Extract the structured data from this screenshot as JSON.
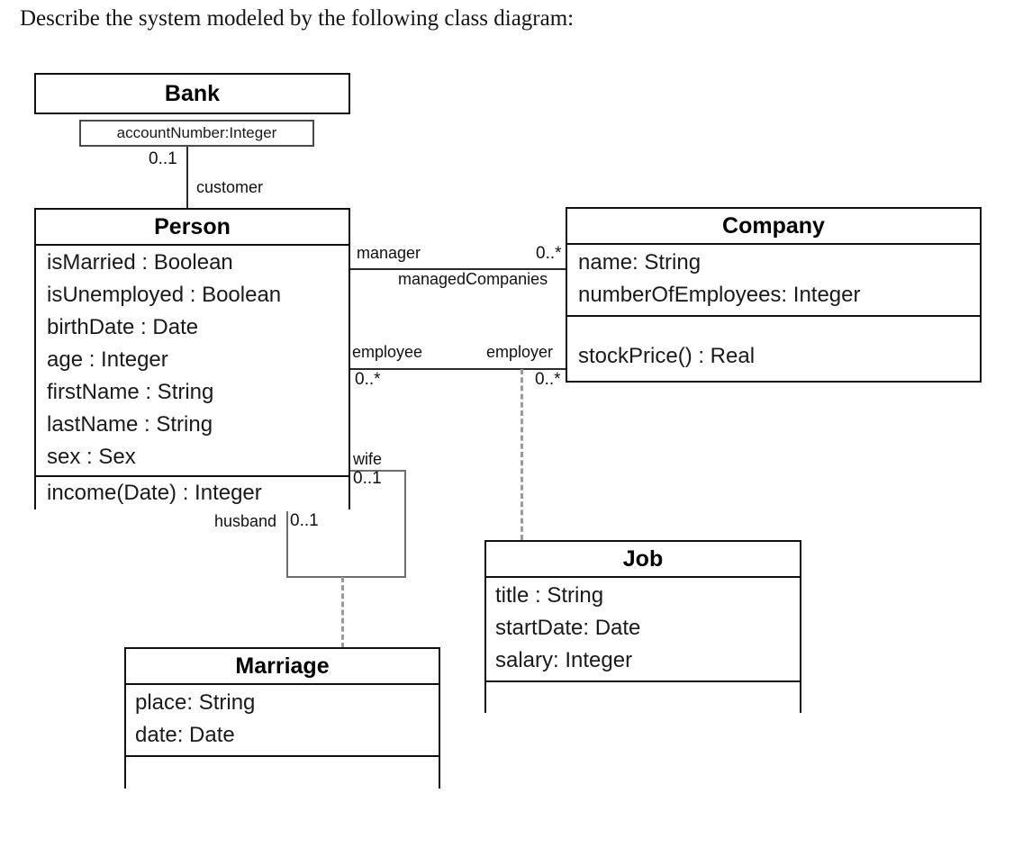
{
  "prompt": {
    "text": "Describe the system modeled by the following class diagram:"
  },
  "diagram": {
    "type": "uml-class-diagram",
    "classes": [
      {
        "id": "bank",
        "name": "Bank",
        "attributes": [],
        "operations": []
      },
      {
        "id": "account-number-box",
        "name": "",
        "attributes": [
          "accountNumber:Integer"
        ],
        "operations": []
      },
      {
        "id": "person",
        "name": "Person",
        "attributes": [
          "isMarried : Boolean",
          "isUnemployed : Boolean",
          "birthDate : Date",
          "age : Integer",
          "firstName : String",
          "lastName : String",
          "sex : Sex"
        ],
        "operations": [
          "income(Date) : Integer"
        ]
      },
      {
        "id": "company",
        "name": "Company",
        "attributes": [
          "name: String",
          "numberOfEmployees: Integer"
        ],
        "operations": [
          "stockPrice() : Real"
        ]
      },
      {
        "id": "job",
        "name": "Job",
        "attributes": [
          "title : String",
          "startDate: Date",
          "salary: Integer"
        ],
        "operations": []
      },
      {
        "id": "marriage",
        "name": "Marriage",
        "attributes": [
          "place: String",
          "date: Date"
        ],
        "operations": []
      }
    ],
    "associations": [
      {
        "id": "bank-person",
        "from": "bank",
        "to": "person",
        "end_labels": [
          "customer"
        ],
        "multiplicities": [
          "0..1"
        ]
      },
      {
        "id": "person-company-manager",
        "from": "person",
        "to": "company",
        "end_labels": [
          "manager",
          "managedCompanies"
        ],
        "multiplicities": [
          "0..*"
        ]
      },
      {
        "id": "person-company-employment",
        "from": "person",
        "to": "company",
        "end_labels": [
          "employee",
          "employer"
        ],
        "multiplicities": [
          "0..*",
          "0..*"
        ],
        "association_class": "job"
      },
      {
        "id": "person-person-marriage",
        "from": "person",
        "to": "person",
        "end_labels": [
          "wife",
          "husband"
        ],
        "multiplicities": [
          "0..1",
          "0..1"
        ],
        "association_class": "marriage"
      }
    ],
    "labels": {
      "customer": "customer",
      "manager": "manager",
      "managed_companies": "managedCompanies",
      "employee": "employee",
      "employer": "employer",
      "wife": "wife",
      "husband": "husband",
      "mult_bank": "0..1",
      "mult_manager": "0..*",
      "mult_employee": "0..*",
      "mult_employer": "0..*",
      "mult_wife": "0..1",
      "mult_husband": "0..1"
    },
    "colors": {
      "line": "#2b2b2b",
      "dashed_line": "#9a9a9a",
      "box_border": "#111111",
      "background": "#ffffff",
      "text": "#000000"
    }
  }
}
